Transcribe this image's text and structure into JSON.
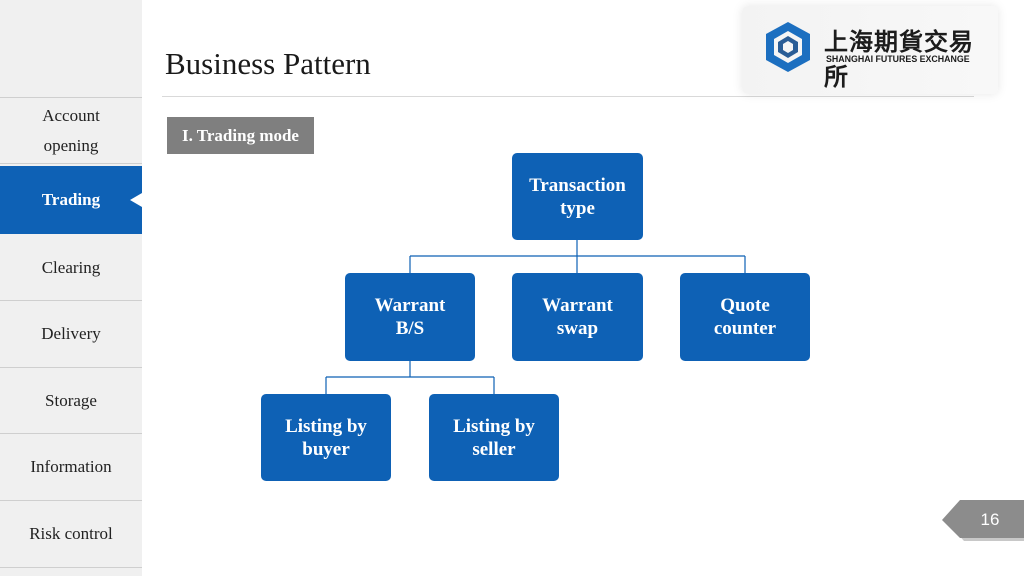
{
  "header": {
    "title": "Business Pattern",
    "logo": {
      "name_cn": "上海期貨交易所",
      "name_en": "SHANGHAI FUTURES EXCHANGE",
      "mark_icon": "shfe-logo-icon"
    }
  },
  "sidebar": {
    "items": [
      {
        "label_line1": "Account",
        "label_line2": "opening",
        "active": false
      },
      {
        "label": "Trading",
        "active": true
      },
      {
        "label": "Clearing",
        "active": false
      },
      {
        "label": "Delivery",
        "active": false
      },
      {
        "label": "Storage",
        "active": false
      },
      {
        "label": "Information",
        "active": false
      },
      {
        "label": "Risk control",
        "active": false
      }
    ]
  },
  "section": {
    "label": "I. Trading mode"
  },
  "diagram": {
    "root": {
      "line1": "Transaction",
      "line2": "type"
    },
    "level2": [
      {
        "line1": "Warrant",
        "line2": "B/S"
      },
      {
        "line1": "Warrant",
        "line2": "swap"
      },
      {
        "line1": "Quote",
        "line2": "counter"
      }
    ],
    "level3": [
      {
        "line1": "Listing by",
        "line2": "buyer"
      },
      {
        "line1": "Listing by",
        "line2": "seller"
      }
    ]
  },
  "page": {
    "number": "16"
  },
  "colors": {
    "accent": "#0e61b5",
    "section_label_bg": "#7f7f7f",
    "sidebar_bg": "#f0f0f0"
  }
}
